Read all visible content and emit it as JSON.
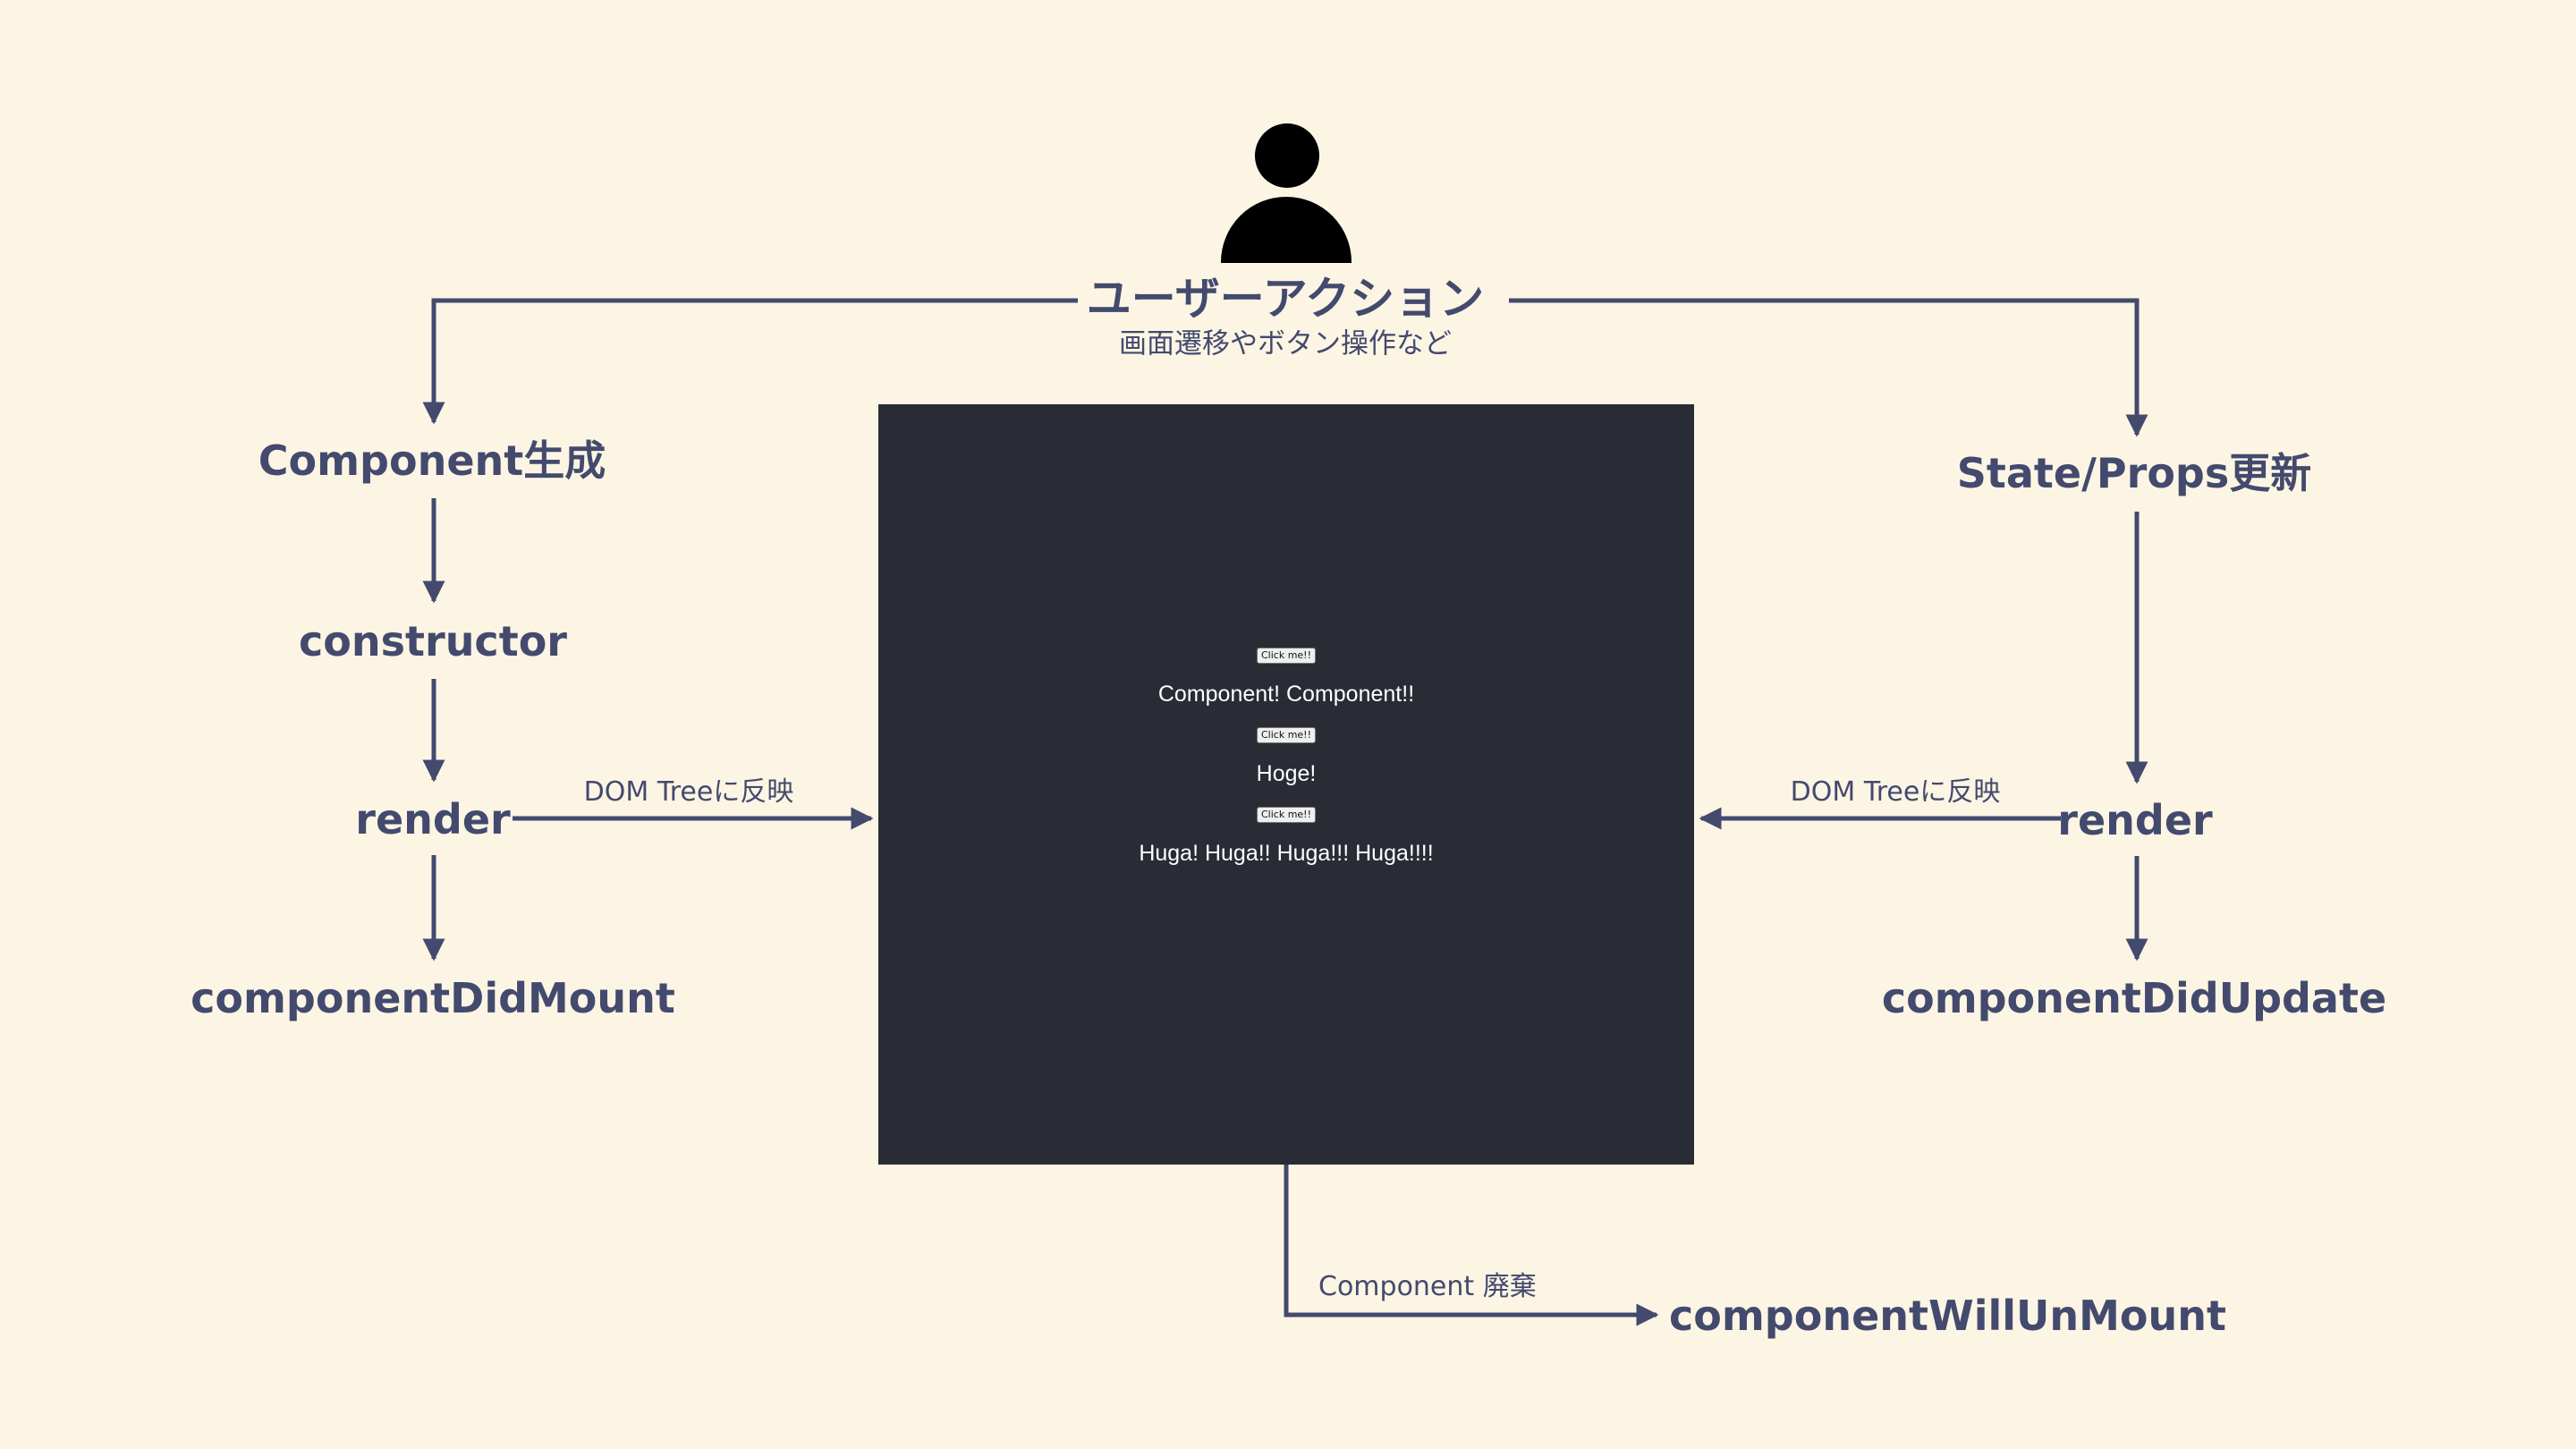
{
  "user": {
    "icon": "user-icon",
    "title": "ユーザーアクション",
    "subtitle": "画面遷移やボタン操作など"
  },
  "mount_flow": {
    "component_create": "Component生成",
    "constructor": "constructor",
    "render": "render",
    "did_mount": "componentDidMount",
    "dom_label": "DOM Treeに反映"
  },
  "update_flow": {
    "state_props_update": "State/Props更新",
    "render": "render",
    "did_update": "componentDidUpdate",
    "dom_label": "DOM Treeに反映"
  },
  "unmount_flow": {
    "discard_label": "Component 廃棄",
    "will_unmount": "componentWillUnMount"
  },
  "screen": {
    "items": [
      {
        "button_label": "Click me!!",
        "text": "Component! Component!!"
      },
      {
        "button_label": "Click me!!",
        "text": "Hoge!"
      },
      {
        "button_label": "Click me!!",
        "text": "Huga! Huga!! Huga!!! Huga!!!!"
      }
    ]
  },
  "colors": {
    "background": "#fdf5e4",
    "ink": "#434a6e",
    "screen": "#292c35"
  }
}
